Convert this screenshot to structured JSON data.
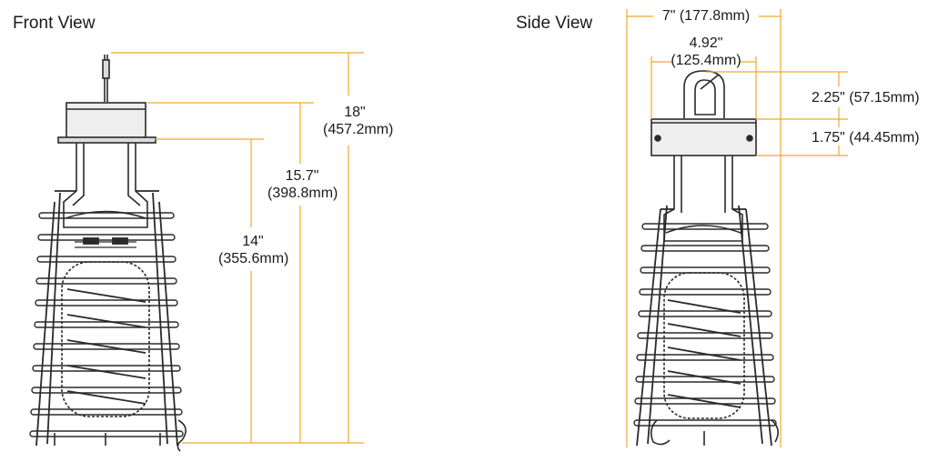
{
  "front_view": {
    "title": "Front View",
    "dimensions": [
      {
        "inches": "18\"",
        "mm": "(457.2mm)"
      },
      {
        "inches": "15.7\"",
        "mm": "(398.8mm)"
      },
      {
        "inches": "14\"",
        "mm": "(355.6mm)"
      }
    ]
  },
  "side_view": {
    "title": "Side View",
    "width_total": "7\" (177.8mm)",
    "width_top": {
      "inches": "4.92\"",
      "mm": "(125.4mm)"
    },
    "hook_height": "2.25\" (57.15mm)",
    "housing_height": "1.75\" (44.45mm)"
  },
  "colors": {
    "dimension_line": "#f0a830",
    "drawing_line": "#2a2a2a",
    "housing_fill": "#e9e9e9"
  }
}
